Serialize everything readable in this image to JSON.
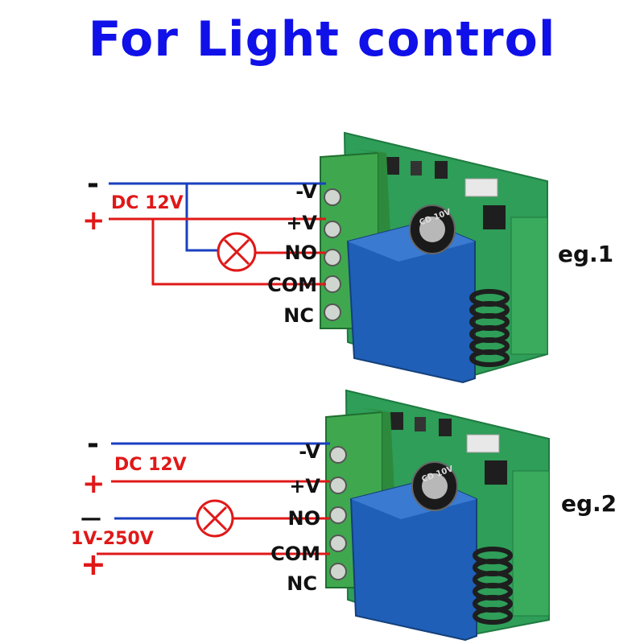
{
  "title": "For Light control",
  "colors": {
    "title": "#1010e8",
    "negative_wire": "#1a3fc0",
    "positive_wire": "#e01818",
    "lamp": "#e01818",
    "pcb": "#2e9e58",
    "terminal_block": "#3fa84e",
    "relay": "#1f5fb8",
    "antenna_coil": "#1e1e1e"
  },
  "diagrams": [
    {
      "label": "eg.1",
      "supply_minus": "-",
      "supply_plus": "+",
      "supply_label": "DC 12V",
      "terminals": [
        "-V",
        "+V",
        "NO",
        "COM",
        "NC"
      ],
      "capacitor_text": "CD 10V"
    },
    {
      "label": "eg.2",
      "supply_minus": "-",
      "supply_plus": "+",
      "supply_label": "DC 12V",
      "load_minus": "—",
      "load_plus": "+",
      "load_label": "1V-250V",
      "terminals": [
        "-V",
        "+V",
        "NO",
        "COM",
        "NC"
      ],
      "capacitor_text": "CD 10V"
    }
  ]
}
